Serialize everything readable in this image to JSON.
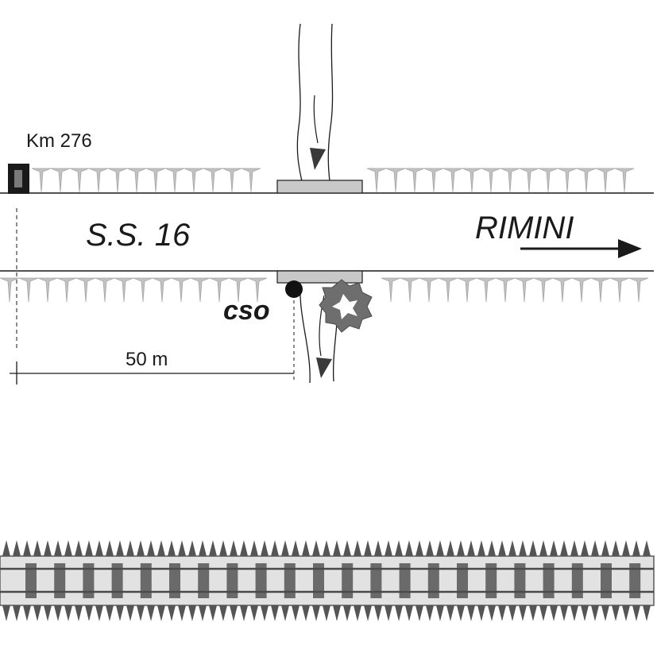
{
  "labels": {
    "km_marker": "Km 276",
    "road_name": "S.S. 16",
    "direction": "RIMINI",
    "site_code": "cso",
    "distance": "50 m"
  },
  "icons": [
    "km-milestone-icon",
    "direction-arrow-icon",
    "site-marker-icon",
    "shrub-icon",
    "stream-flow-arrow-icon",
    "railway-track-icon"
  ],
  "colors": {
    "ink": "#1a1a1a",
    "hedge": "#c2c2c2",
    "bridge": "#c8c8c8",
    "shrub": "#6e6e6e",
    "rail_bed": "#e2e2e2",
    "sleeper": "#6a6a6a",
    "rail_spikes": "#555555"
  }
}
